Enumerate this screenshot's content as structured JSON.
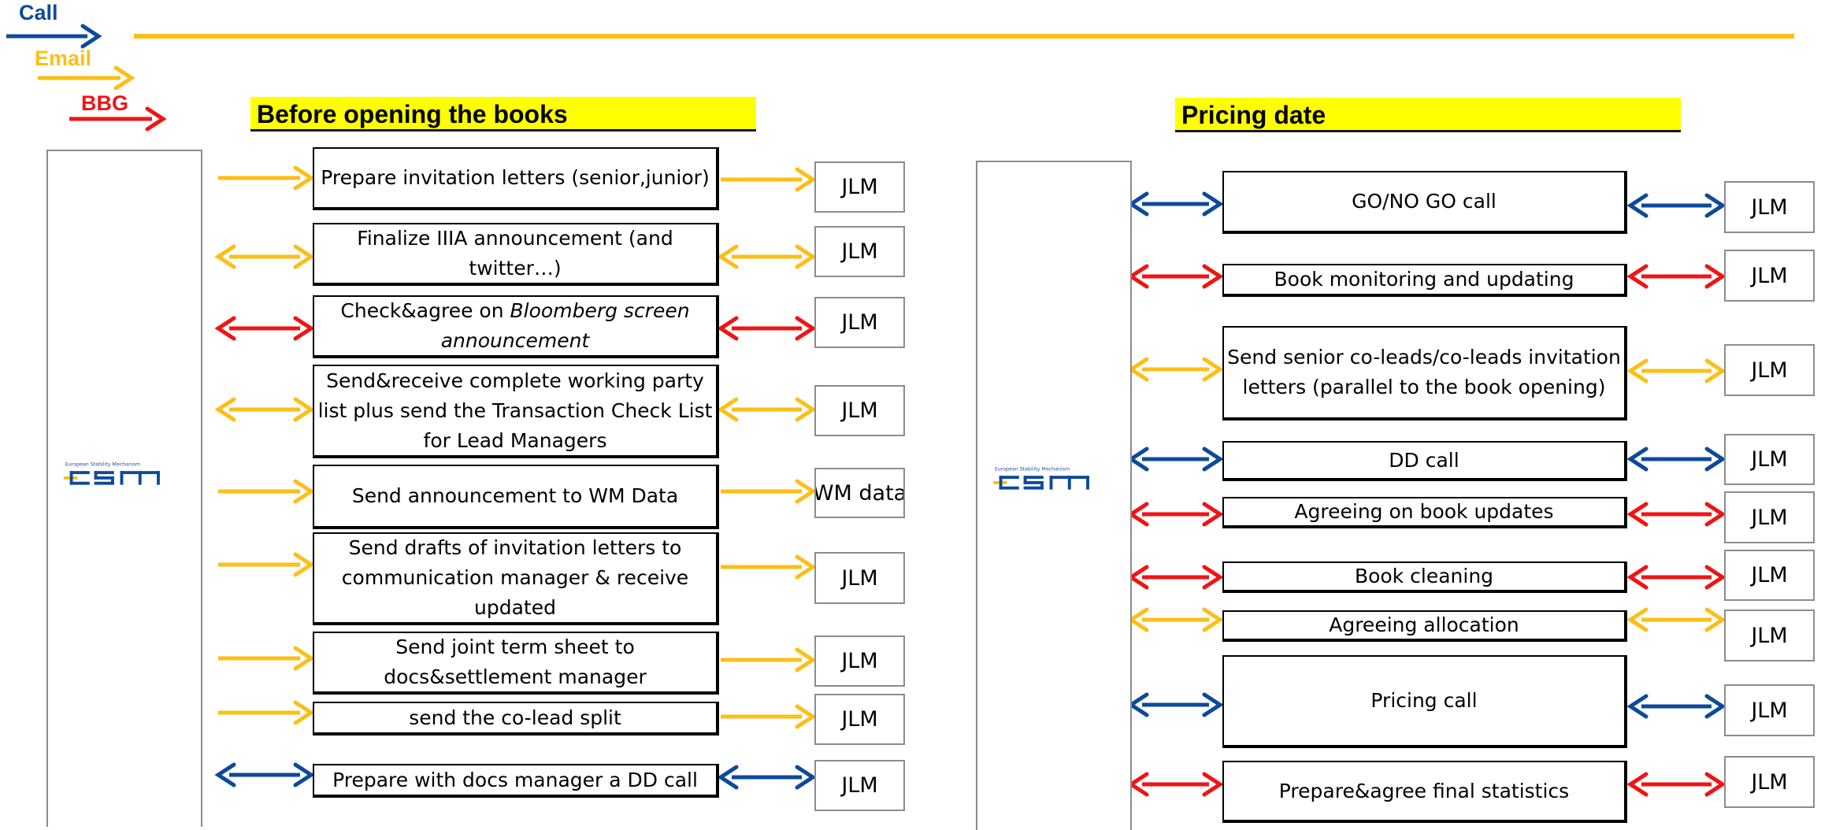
{
  "colors": {
    "call": "#0d4a9b",
    "email": "#fbbf16",
    "bbg": "#f01414"
  },
  "legend": [
    {
      "label": "Call",
      "type": "call"
    },
    {
      "label": "Email",
      "type": "email"
    },
    {
      "label": "BBG",
      "type": "bbg"
    }
  ],
  "logo": {
    "small_text": "European Stability Mechanism",
    "icon": "esm-logo"
  },
  "sections": {
    "before": {
      "title": "Before opening the books",
      "rows": [
        {
          "task": "Prepare invitation letters (senior,junior)",
          "party": "JLM",
          "type": "email",
          "direction": "right"
        },
        {
          "task": "Finalize IIIA announcement (and twitter…)",
          "party": "JLM",
          "type": "email",
          "direction": "both"
        },
        {
          "task": "Check&agree on ",
          "task_em": "Bloomberg screen announcement",
          "party": "JLM",
          "type": "bbg",
          "direction": "both"
        },
        {
          "task": "Send&receive complete working party list plus send the Transaction Check List for Lead Managers",
          "party": "JLM",
          "type": "email",
          "direction": "both"
        },
        {
          "task": "Send announcement to WM Data",
          "party": "WM data",
          "type": "email",
          "direction": "right"
        },
        {
          "task": "Send drafts of invitation letters to communication manager & receive updated",
          "party": "JLM",
          "type": "email",
          "direction": "right"
        },
        {
          "task": "Send joint term sheet to docs&settlement manager",
          "party": "JLM",
          "type": "email",
          "direction": "right"
        },
        {
          "task": "send the co-lead split",
          "party": "JLM",
          "type": "email",
          "direction": "right"
        },
        {
          "task": "Prepare with docs manager a DD call",
          "party": "JLM",
          "type": "call",
          "direction": "both"
        }
      ]
    },
    "pricing": {
      "title": "Pricing date",
      "rows": [
        {
          "task": "GO/NO GO call",
          "party": "JLM",
          "type": "call",
          "direction": "both"
        },
        {
          "task": "Book monitoring and updating",
          "party": "JLM",
          "type": "bbg",
          "direction": "both"
        },
        {
          "task": "Send senior co-leads/co-leads invitation letters (parallel to the book opening)",
          "party": "JLM",
          "type": "email",
          "direction": "both"
        },
        {
          "task": "DD call",
          "party": "JLM",
          "type": "call",
          "direction": "both"
        },
        {
          "task": "Agreeing on book updates",
          "party": "JLM",
          "type": "bbg",
          "direction": "both"
        },
        {
          "task": "Book cleaning",
          "party": "JLM",
          "type": "bbg",
          "direction": "both"
        },
        {
          "task": "Agreeing allocation",
          "party": "JLM",
          "type": "email",
          "direction": "both"
        },
        {
          "task": "Pricing call",
          "party": "JLM",
          "type": "call",
          "direction": "both"
        },
        {
          "task": "Prepare&agree final statistics",
          "party": "JLM",
          "type": "bbg",
          "direction": "both"
        }
      ]
    }
  }
}
